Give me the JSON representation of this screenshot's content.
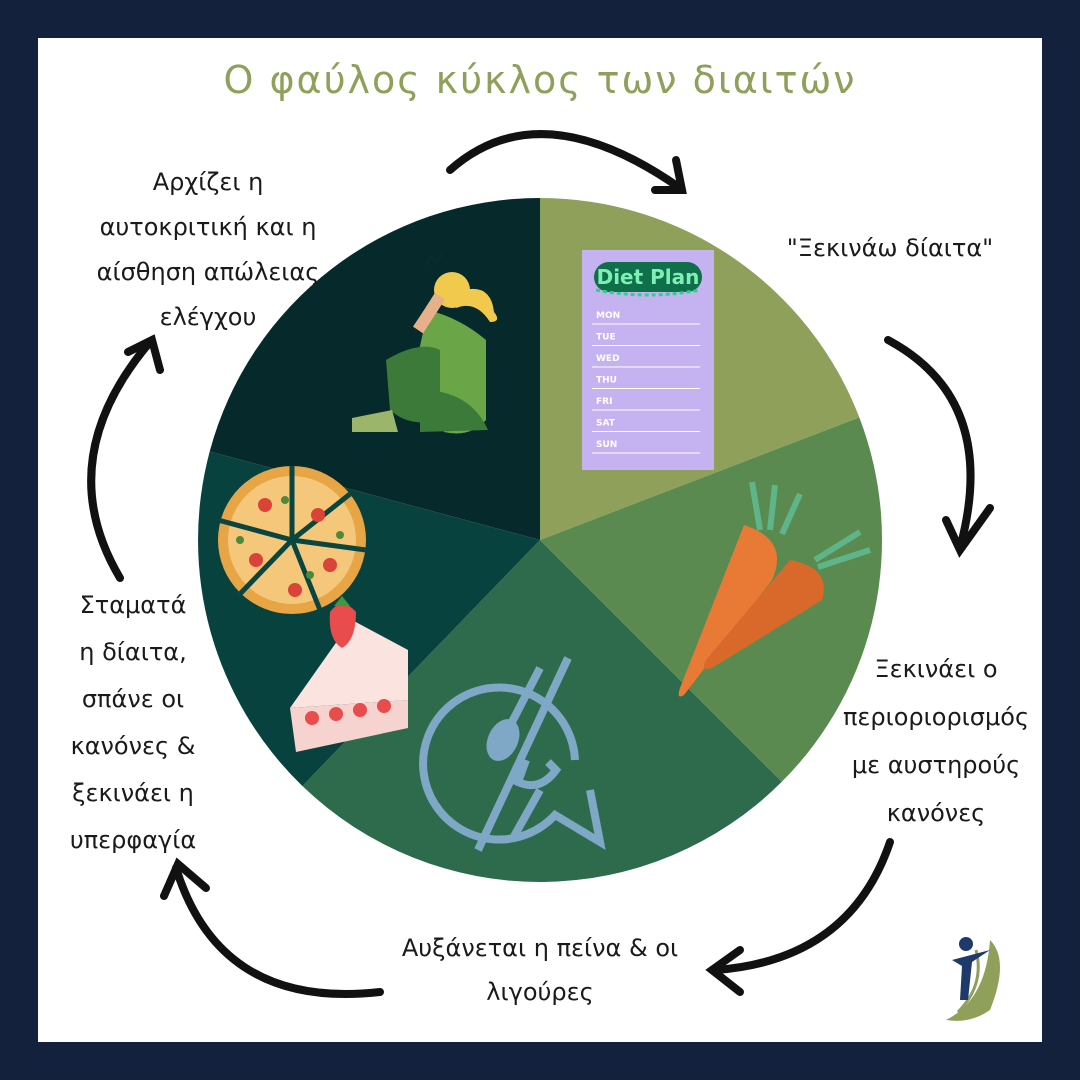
{
  "title": "Ο φαύλος κύκλος των διαιτών",
  "colors": {
    "frame": "#14213d",
    "title": "#8ea05a",
    "segment_start": "#8ea05a",
    "segment_restrict": "#5a8a50",
    "segment_hunger": "#2e6b4d",
    "segment_overeat": "#08423e",
    "segment_guilt": "#062a2c"
  },
  "stages": [
    {
      "id": "start",
      "text": "\"Ξεκινάω δίαιτα\"",
      "icon": "diet-plan-icon"
    },
    {
      "id": "restrict",
      "text": "Ξεκινάει ο\nπεριοριορισμός\nμε αυστηρούς\nκανόνες",
      "icon": "carrot-icon"
    },
    {
      "id": "hunger",
      "text": "Αυξάνεται η πείνα & οι\nλιγούρες",
      "icon": "no-food-icon"
    },
    {
      "id": "stop",
      "text": "Σταματά\nη δίαιτα,\nσπάνε οι\nκανόνες &\nξεκινάει η\nυπερφαγία",
      "icon": "pizza-cake-icon"
    },
    {
      "id": "guilt",
      "text": "Αρχίζει η\nαυτοκριτική και η\nαίσθηση απώλειας\nελέγχου",
      "icon": "stressed-woman-icon"
    }
  ],
  "diet_plan": {
    "title": "Diet Plan",
    "days": [
      "MON",
      "TUE",
      "WED",
      "THU",
      "FRI",
      "SAT",
      "SUN"
    ]
  }
}
